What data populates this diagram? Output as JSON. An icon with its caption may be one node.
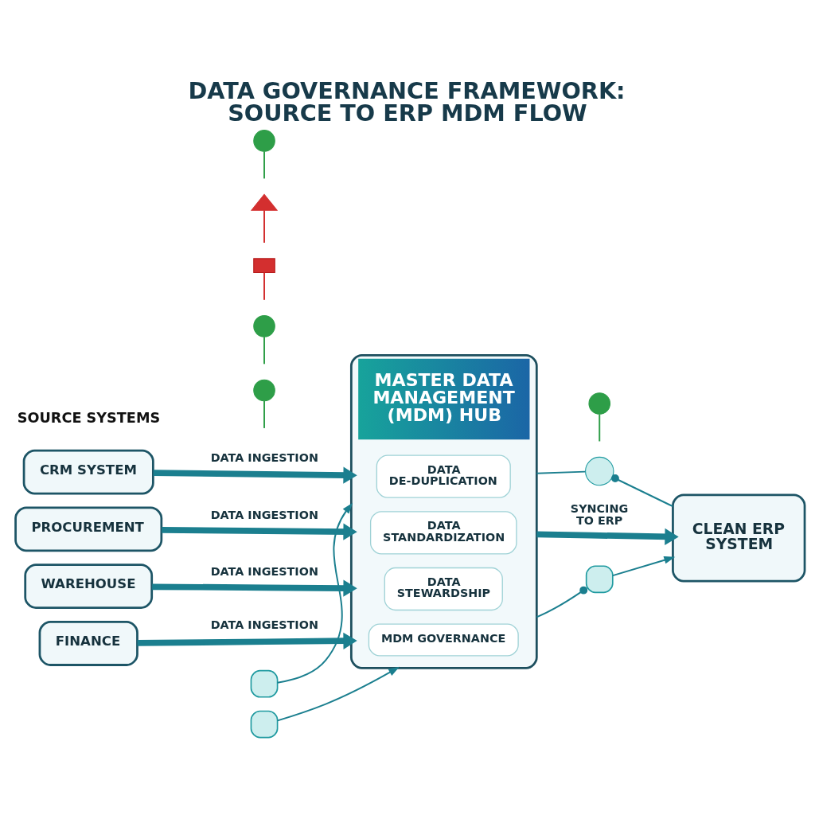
{
  "diagram": {
    "title": "DATA GOVERNANCE FRAMEWORK: SOURCE TO ERP MDM FLOW",
    "nodes": [
      {
        "text": [
          "CRM SYSTEM"
        ]
      },
      {
        "text": [
          "PROCUREMENT"
        ]
      },
      {
        "text": [
          "WAREHOUSE"
        ]
      },
      {
        "text": [
          "FINANCE"
        ]
      },
      {
        "text": [
          "MASTER DATA MANAGEMENT (MDM) HUB"
        ]
      },
      {
        "text": [
          "DATA DE-DUPLICATION"
        ],
        "in": 4
      },
      {
        "text": [
          "DATA STANDARDIZATION"
        ],
        "in": 4
      },
      {
        "text": [
          "DATA STEWARDSHIP"
        ],
        "in": 4
      },
      {
        "text": [
          "MDM GOVERNANCE"
        ],
        "in": 4
      },
      {
        "text": [
          "CLEAN ERP SYSTEM"
        ]
      },
      {
        "text": [],
        "shape": "box"
      },
      {
        "text": [],
        "shape": "circle"
      },
      {
        "text": [],
        "shape": "box"
      },
      {
        "text": [],
        "shape": "box"
      },
      {
        "text": [],
        "shape": "circle"
      },
      {
        "text": [],
        "shape": "circle"
      },
      {
        "text": [],
        "shape": "flag"
      },
      {
        "text": [],
        "shape": "triangle"
      },
      {
        "text": [],
        "shape": "circle"
      },
      {
        "text": [],
        "shape": "circle"
      }
    ],
    "edges": [
      {
        "from": 0,
        "to": 4,
        "label": "DATA INGESTION",
        "arrow": "to",
        "style": "thick"
      },
      {
        "from": 1,
        "to": 4,
        "label": "DATA INGESTION",
        "arrow": "to",
        "style": "thick"
      },
      {
        "from": 2,
        "to": 4,
        "label": "DATA INGESTION",
        "arrow": "to",
        "style": "thick"
      },
      {
        "from": 3,
        "to": 4,
        "label": "DATA INGESTION",
        "arrow": "to",
        "style": "thick"
      },
      {
        "from": 10,
        "to": 4,
        "arrow": "to"
      },
      {
        "from": 4,
        "to": 11,
        "arrow": "none"
      },
      {
        "from": 11,
        "to": 9,
        "arrow": "other"
      },
      {
        "from": 12,
        "to": 4,
        "arrow": "to"
      },
      {
        "from": 13,
        "to": 4,
        "arrow": "other"
      },
      {
        "from": 13,
        "to": 9,
        "arrow": "to"
      },
      {
        "from": 4,
        "to": 9,
        "label": "SYNCING TO ERP",
        "arrow": "to",
        "style": "thick"
      },
      {
        "from": 14,
        "to": null,
        "arrow": "none",
        "color": "#2e9e48"
      },
      {
        "from": 15,
        "to": null,
        "arrow": "none",
        "color": "#2e9e48"
      },
      {
        "from": 16,
        "to": null,
        "arrow": "none",
        "color": "#d32f2f"
      },
      {
        "from": 17,
        "to": null,
        "arrow": "none",
        "color": "#d32f2f"
      },
      {
        "from": 18,
        "to": null,
        "arrow": "none",
        "color": "#2e9e48"
      },
      {
        "from": 19,
        "to": null,
        "arrow": "none",
        "color": "#2e9e48"
      }
    ],
    "labels": [
      "SOURCE SYSTEMS"
    ]
  }
}
